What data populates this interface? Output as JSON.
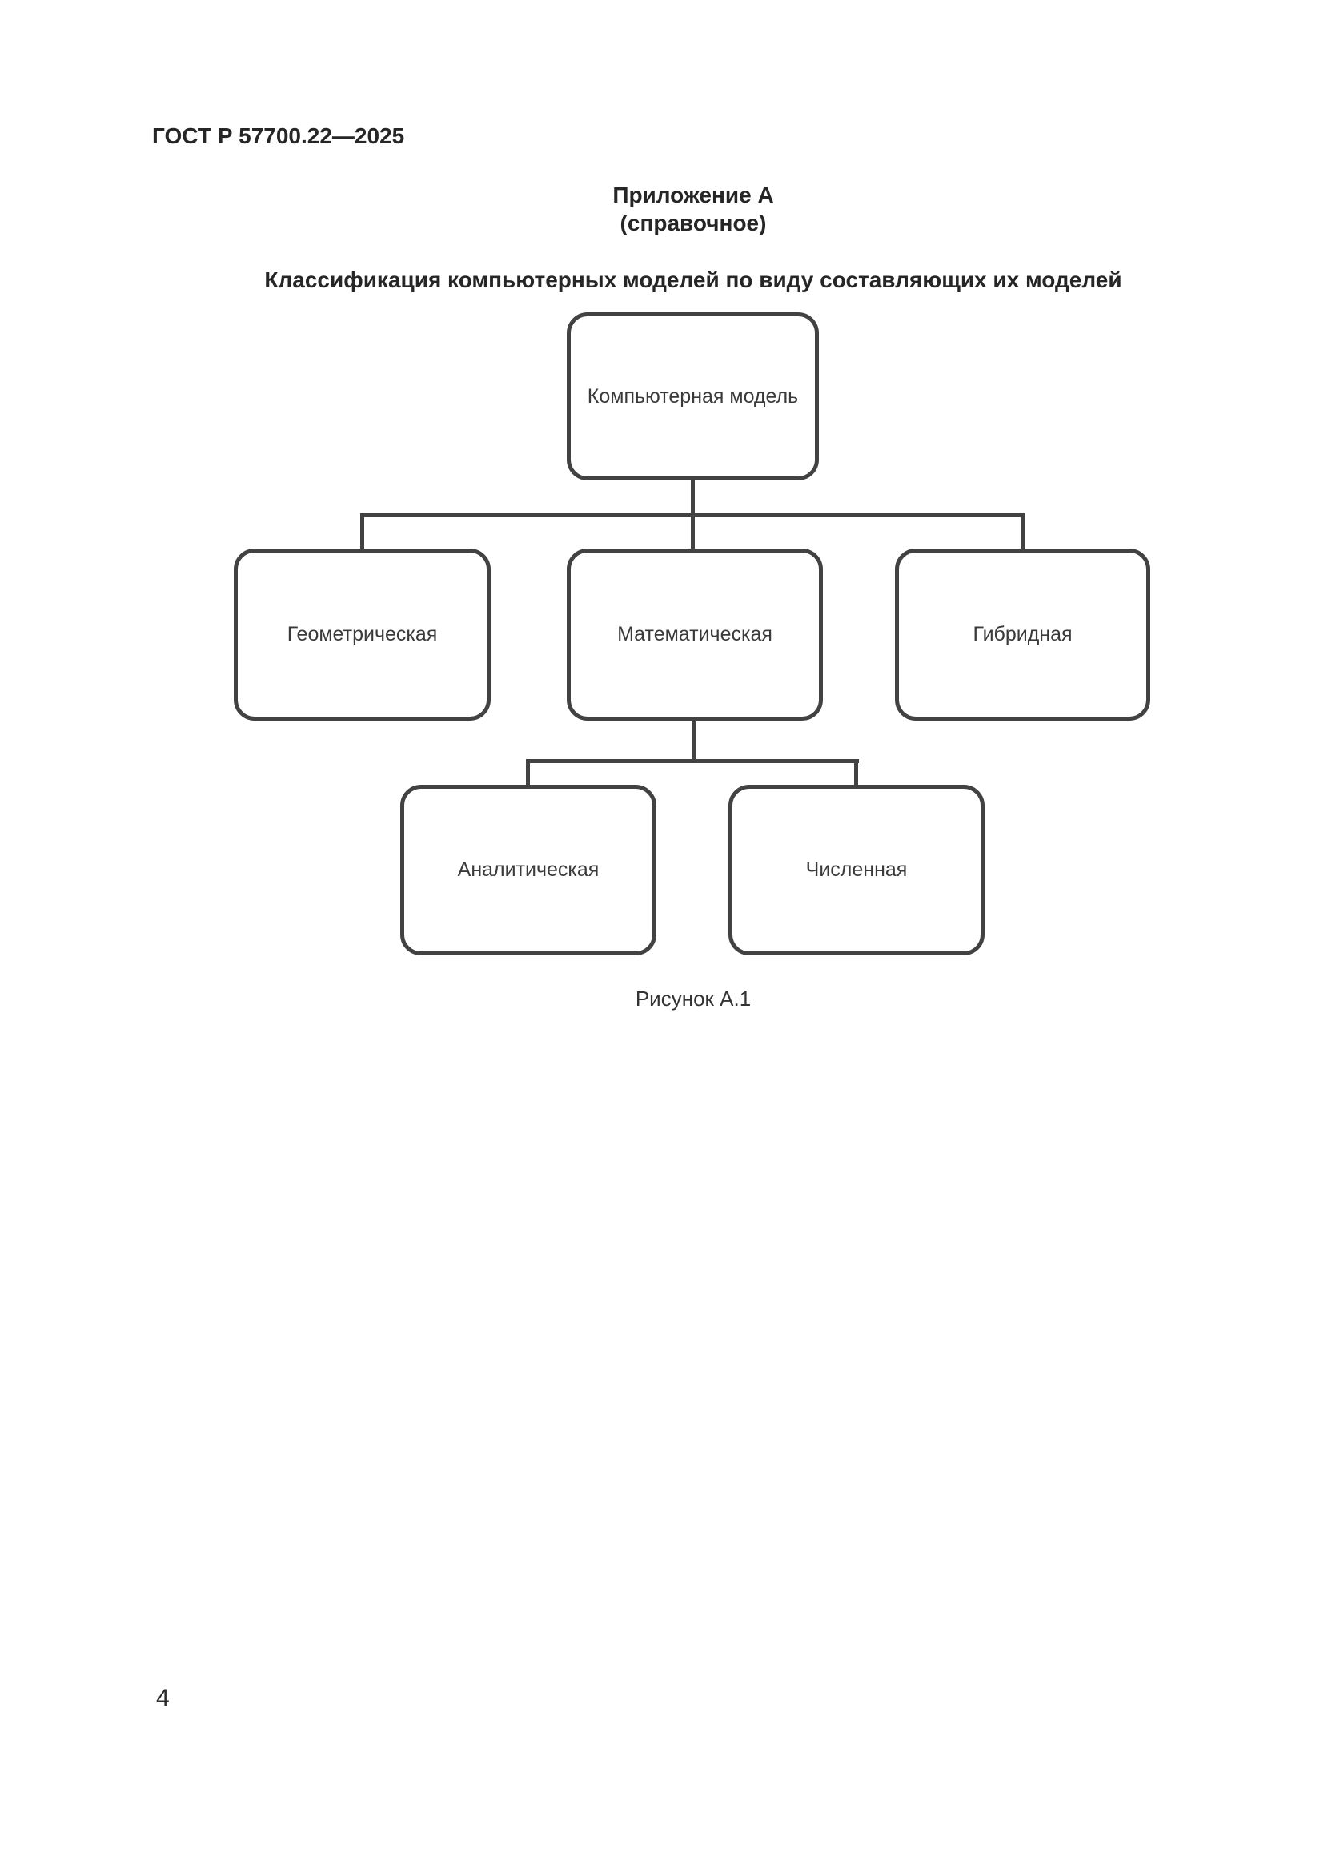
{
  "page": {
    "header": "ГОСТ Р 57700.22—2025",
    "page_number": "4"
  },
  "appendix": {
    "title": "Приложение А",
    "subtitle": "(справочное)",
    "heading": "Классификация компьютерных моделей по виду составляющих их моделей"
  },
  "diagram": {
    "root": {
      "label": "Компьютерная модель"
    },
    "children": [
      {
        "label": "Геометрическая"
      },
      {
        "label": "Математическая"
      },
      {
        "label": "Гибридная"
      }
    ],
    "math_children": [
      {
        "label": "Аналитическая"
      },
      {
        "label": "Численная"
      }
    ],
    "caption": "Рисунок А.1"
  },
  "colors": {
    "line": "#424242",
    "text": "#2e2e2e",
    "background": "#ffffff"
  }
}
